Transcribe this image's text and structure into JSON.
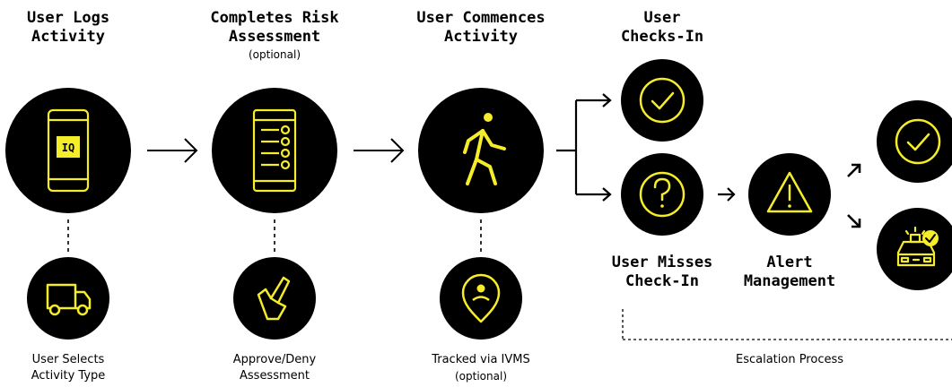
{
  "colors": {
    "circle": "#000000",
    "accent": "#f5ec2a",
    "connector": "#000000"
  },
  "steps": {
    "logs": {
      "title": "User Logs\nActivity",
      "icon": "phone-iq-icon",
      "badge": "IQ"
    },
    "risk": {
      "title": "Completes Risk\nAssessment",
      "subtitle": "(optional)",
      "icon": "checklist-icon"
    },
    "commence": {
      "title": "User Commences\nActivity",
      "icon": "walking-person-icon"
    },
    "checkin": {
      "title": "User\nChecks-In",
      "icon": "check-circle-icon"
    },
    "miss": {
      "title": "User Misses\nCheck-In",
      "icon": "question-circle-icon"
    },
    "alert": {
      "title": "Alert\nManagement",
      "icon": "warning-triangle-icon"
    }
  },
  "substeps": {
    "activity_type": {
      "caption": "User Selects\nActivity Type",
      "icon": "truck-icon"
    },
    "approve": {
      "caption": "Approve/Deny\nAssessment",
      "icon": "hand-pointer-icon"
    },
    "tracked": {
      "caption": "Tracked via IVMS",
      "subtitle": "(optional)",
      "icon": "location-pin-icon"
    }
  },
  "outcomes": {
    "resolved": {
      "icon": "check-circle-icon"
    },
    "dispatched": {
      "icon": "emergency-vehicle-icon"
    }
  },
  "escalation": {
    "label": "Escalation Process"
  }
}
